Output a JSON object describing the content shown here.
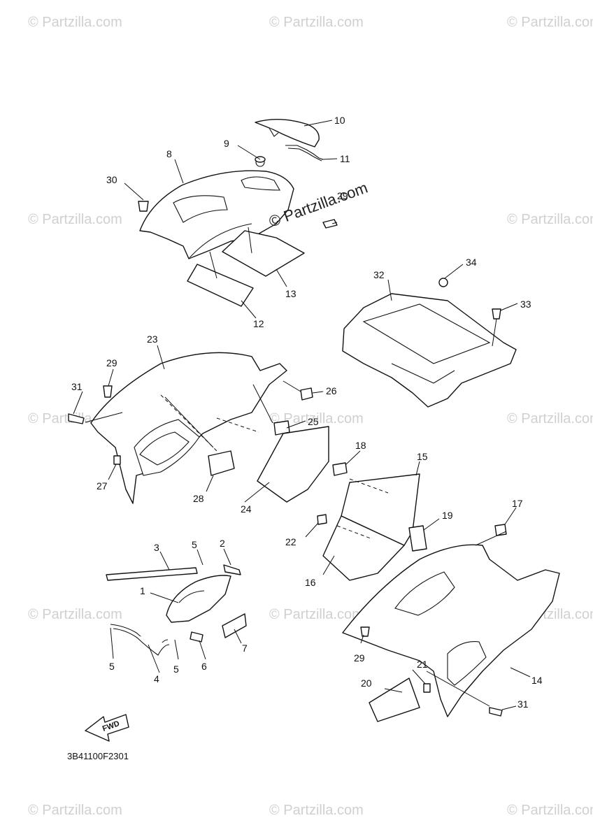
{
  "watermark": {
    "text": "© Partzilla.com",
    "center_text": "© Partzilla.com"
  },
  "diagram_code": "3B41100F2301",
  "fwd_label": "FWD",
  "callouts": {
    "c1": "1",
    "c2": "2",
    "c3": "3",
    "c4": "4",
    "c5a": "5",
    "c5b": "5",
    "c5c": "5",
    "c6": "6",
    "c7": "7",
    "c8": "8",
    "c9": "9",
    "c10": "10",
    "c11": "11",
    "c12": "12",
    "c13": "13",
    "c14": "14",
    "c15": "15",
    "c16": "16",
    "c17": "17",
    "c18": "18",
    "c19": "19",
    "c20": "20",
    "c21": "21",
    "c22": "22",
    "c23": "23",
    "c24": "24",
    "c25": "25",
    "c26": "26",
    "c27": "27",
    "c28": "28",
    "c29a": "29",
    "c29b": "29",
    "c29c": "29",
    "c30": "30",
    "c31a": "31",
    "c31b": "31",
    "c32": "32",
    "c33": "33",
    "c34": "34"
  }
}
